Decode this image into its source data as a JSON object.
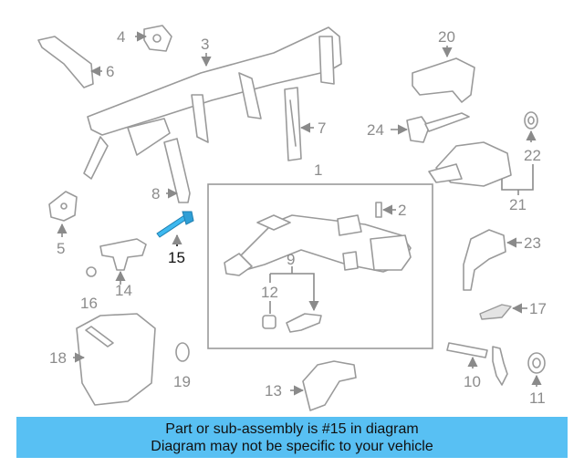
{
  "callouts": {
    "c1": "1",
    "c2": "2",
    "c3": "3",
    "c4": "4",
    "c5": "5",
    "c6": "6",
    "c7": "7",
    "c8": "8",
    "c9": "9",
    "c10": "10",
    "c11": "11",
    "c12": "12",
    "c13": "13",
    "c14": "14",
    "c15": "15",
    "c16": "16",
    "c17": "17",
    "c18": "18",
    "c19": "19",
    "c20": "20",
    "c21": "21",
    "c22": "22",
    "c23": "23",
    "c24": "24"
  },
  "highlight_color": "#3db8ef",
  "banner": {
    "line1": "Part or sub-assembly is #15 in diagram",
    "line2": "Diagram may not be specific to your vehicle",
    "background": "#58c0f3"
  }
}
